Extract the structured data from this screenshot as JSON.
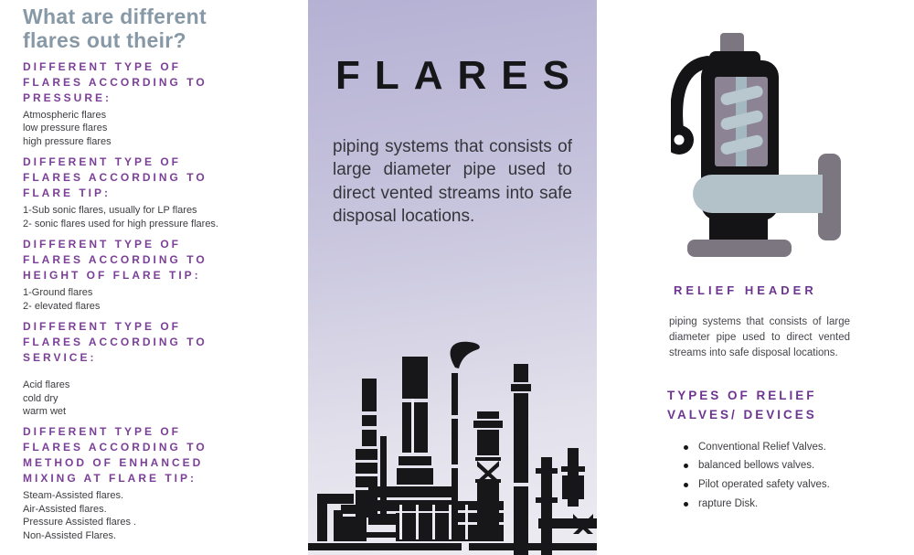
{
  "palette": {
    "heading_purple": "#7b3f98",
    "right_heading_purple": "#6d3590",
    "title_gray_blue": "#8798a6",
    "body_text": "#3d3d42",
    "panel_gradient_top": "#b5b1d4",
    "panel_gradient_bottom": "#edecf2",
    "illustration_black": "#17171a",
    "valve_gray": "#7c7680",
    "valve_window": "#8c8494",
    "valve_spring": "#b9c8ce",
    "valve_pipe": "#b3c2c9"
  },
  "left": {
    "title": "What are different flares out their?",
    "sections": [
      {
        "heading": "DIFFERENT TYPE OF FLARES ACCORDING TO PRESSURE:",
        "items": [
          "Atmospheric flares",
          "low pressure flares",
          "high pressure flares"
        ]
      },
      {
        "heading": "DIFFERENT TYPE OF FLARES ACCORDING TO FLARE TIP:",
        "items": [
          "1-Sub sonic flares, usually for LP flares",
          "2- sonic flares used for high pressure flares."
        ]
      },
      {
        "heading": "DIFFERENT TYPE OF FLARES ACCORDING TO HEIGHT OF FLARE TIP:",
        "items": [
          "1-Ground flares",
          "2- elevated flares"
        ]
      },
      {
        "heading": "DIFFERENT TYPE OF FLARES ACCORDING TO SERVICE:",
        "items": [
          "Acid flares",
          "cold dry",
          "warm wet"
        ]
      },
      {
        "heading": "DIFFERENT TYPE OF FLARES ACCORDING TO METHOD OF ENHANCED MIXING AT FLARE TIP:",
        "items": [
          "Steam-Assisted flares.",
          "Air-Assisted flares.",
          "Pressure Assisted flares .",
          "Non-Assisted Flares."
        ]
      }
    ]
  },
  "center": {
    "title": "FLARES",
    "description": "piping systems that consists of large diameter pipe used to direct vented streams into safe disposal locations.",
    "illustration": "refinery-flare-silhouette"
  },
  "right": {
    "illustration": "relief-valve",
    "heading": "RELIEF HEADER",
    "description": "piping systems that consists of large diameter pipe used to direct vented streams into safe disposal locations.",
    "subheading": "TYPES OF RELIEF VALVES/ DEVICES",
    "bullets": [
      "Conventional Relief Valves.",
      "balanced bellows valves.",
      "Pilot operated safety valves.",
      "rapture Disk."
    ]
  }
}
